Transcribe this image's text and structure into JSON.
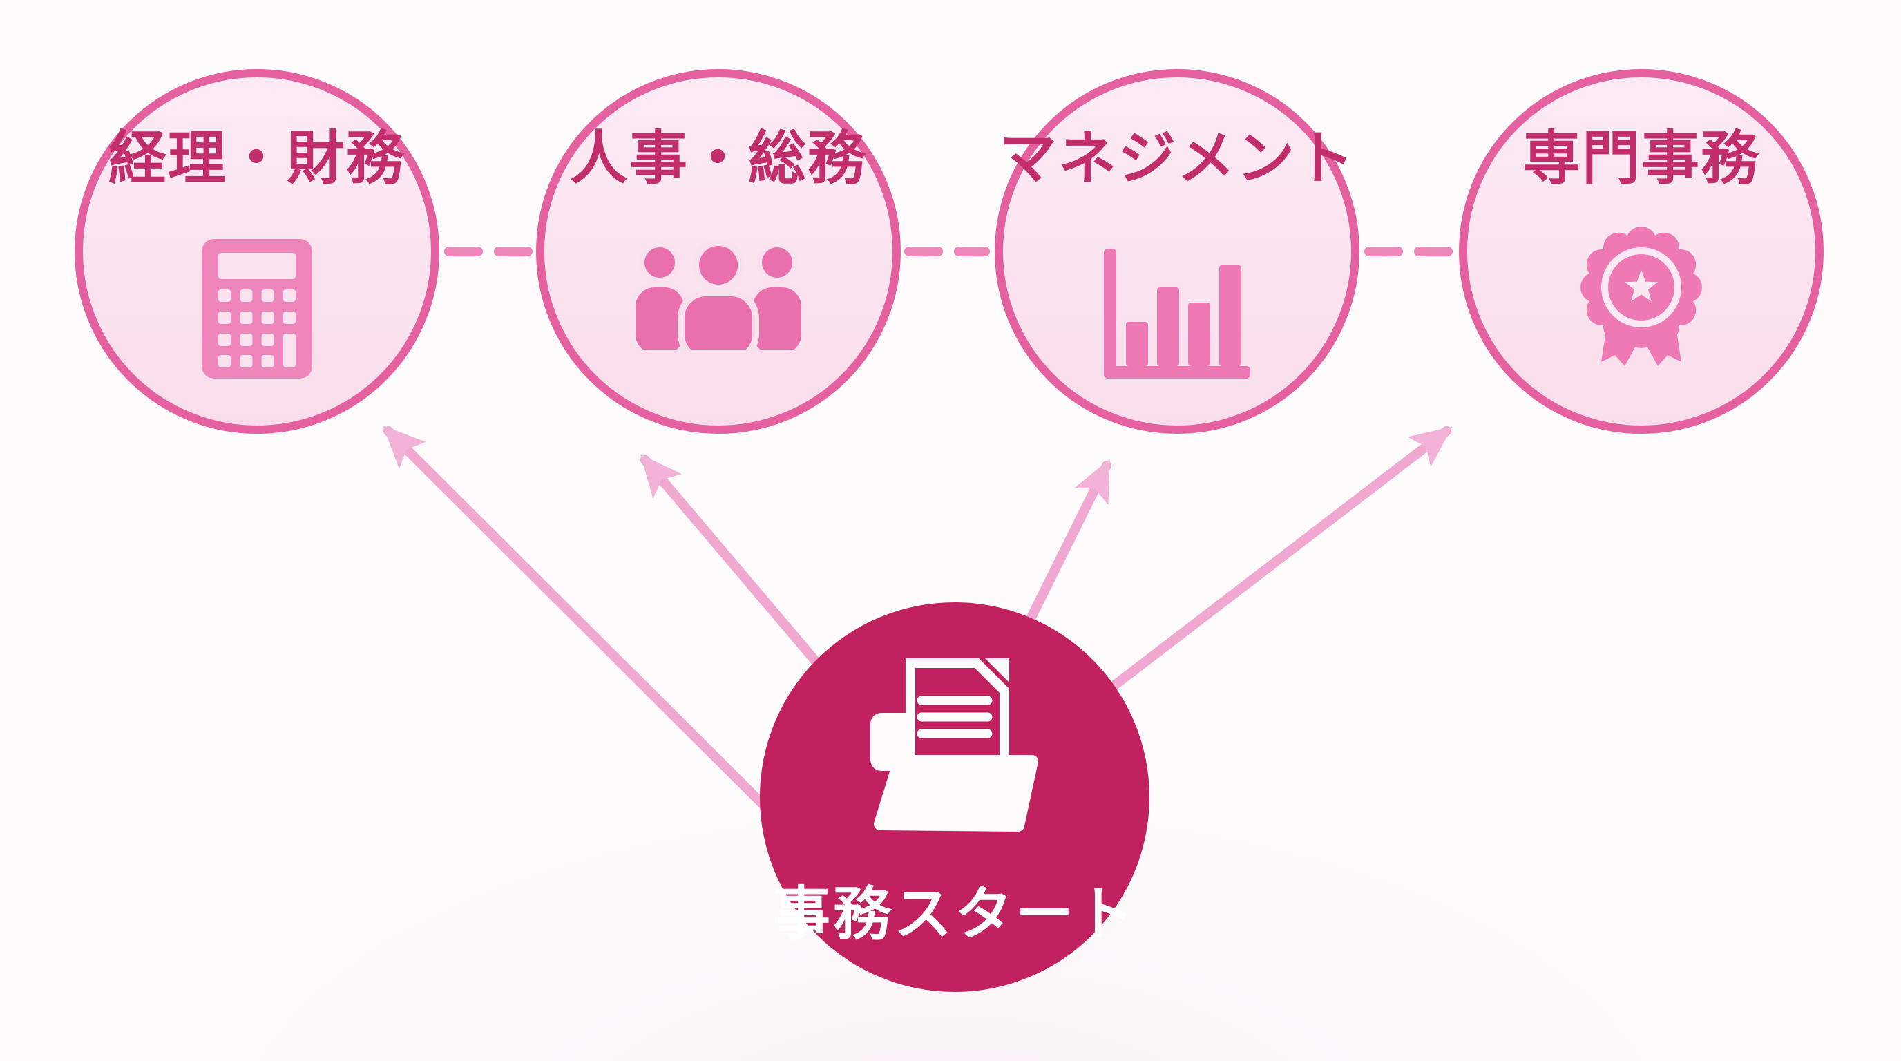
{
  "diagram": {
    "type": "radial-flow",
    "center_node": {
      "label": "事務スタート",
      "icon": "folder-document-icon"
    },
    "nodes": [
      {
        "label": "経理・財務",
        "icon": "calculator-icon"
      },
      {
        "label": "人事・総務",
        "icon": "people-icon"
      },
      {
        "label": "マネジメント",
        "icon": "bar-chart-icon"
      },
      {
        "label": "専門事務",
        "icon": "medal-icon"
      }
    ],
    "links": {
      "arrows_from_center_to": [
        "経理・財務",
        "人事・総務",
        "マネジメント",
        "専門事務"
      ],
      "dashed_between": [
        [
          "経理・財務",
          "人事・総務"
        ],
        [
          "人事・総務",
          "マネジメント"
        ],
        [
          "マネジメント",
          "専門事務"
        ]
      ]
    },
    "colors": {
      "background": "#fdfbfc",
      "node_fill_top": "#fcebf5",
      "node_fill_bottom": "#f9ddeb",
      "node_border": "#e4609f",
      "node_label": "#c22e6c",
      "icon_pink": "#ee79b4",
      "arrow_shaft": "#f0a7d0",
      "arrow_head": "#f3b2d7",
      "dash": "#ee86ba",
      "center_fill": "#c1215f",
      "center_label": "#ffffff"
    }
  }
}
